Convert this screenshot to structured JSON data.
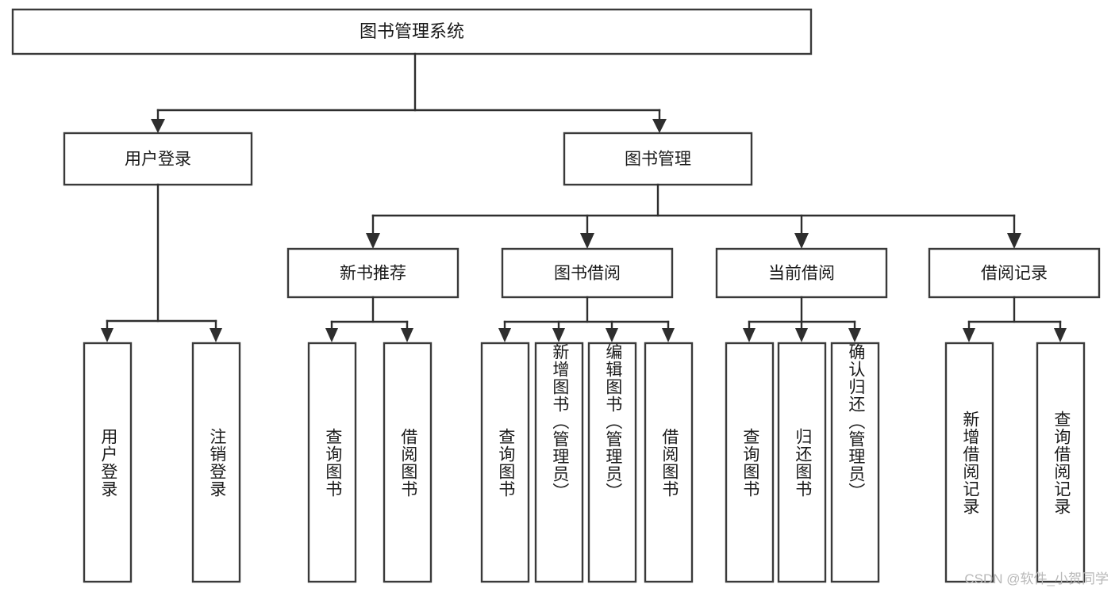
{
  "diagram": {
    "title": "图书管理系统",
    "type": "tree",
    "root": {
      "label": "图书管理系统"
    },
    "level2": [
      {
        "label": "用户登录"
      },
      {
        "label": "图书管理"
      }
    ],
    "level3": [
      {
        "label": "新书推荐"
      },
      {
        "label": "图书借阅"
      },
      {
        "label": "当前借阅"
      },
      {
        "label": "借阅记录"
      }
    ],
    "leaves": {
      "user_login": [
        {
          "label": "用户登录"
        },
        {
          "label": "注销登录"
        }
      ],
      "new_book_recommend": [
        {
          "label": "查询图书"
        },
        {
          "label": "借阅图书"
        }
      ],
      "book_borrow": [
        {
          "label": "查询图书"
        },
        {
          "label": "新增图书（管理员）"
        },
        {
          "label": "编辑图书（管理员）"
        },
        {
          "label": "借阅图书"
        }
      ],
      "current_borrow": [
        {
          "label": "查询图书"
        },
        {
          "label": "归还图书"
        },
        {
          "label": "确认归还（管理员）"
        }
      ],
      "borrow_record": [
        {
          "label": "新增借阅记录"
        },
        {
          "label": "查询借阅记录"
        }
      ]
    }
  },
  "watermark": {
    "text": "CSDN @软件_小贺同学"
  },
  "colors": {
    "box_stroke": "#3a3a3a",
    "connector": "#2e2e2e",
    "text": "#1a1a1a",
    "background": "#ffffff",
    "watermark": "#b8b8b8"
  }
}
